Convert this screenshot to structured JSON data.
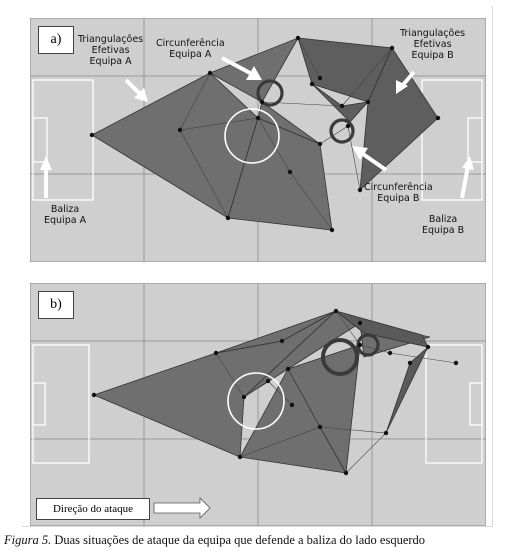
{
  "figure": {
    "caption_label": "Figura 5.",
    "caption_text": " Duas situações de ataque da equipa que defende a baliza do lado esquerdo"
  },
  "panel_a": {
    "label": "a)",
    "annotations": {
      "effective_triangulations_a": "Triangulações\nEfetivas\nEquipa A",
      "circumference_a": "Circunferência\nEquipa A",
      "effective_triangulations_b": "Triangulações\nEfetivas\nEquipa B",
      "circumference_b": "Circunferência\nEquipa B",
      "goal_a": "Baliza\nEquipa A",
      "goal_b": "Baliza\nEquipa B"
    }
  },
  "panel_b": {
    "label": "b)",
    "attack_direction": "Direção do ataque"
  },
  "colors": {
    "pitch": "#cfcfcf",
    "pitch_line": "#ffffff",
    "polygon_fill": "#6f6f6f",
    "polygon_dark": "#4a4a4a",
    "player_node": "#111111",
    "circle_highlight": "#3a3a3a"
  }
}
